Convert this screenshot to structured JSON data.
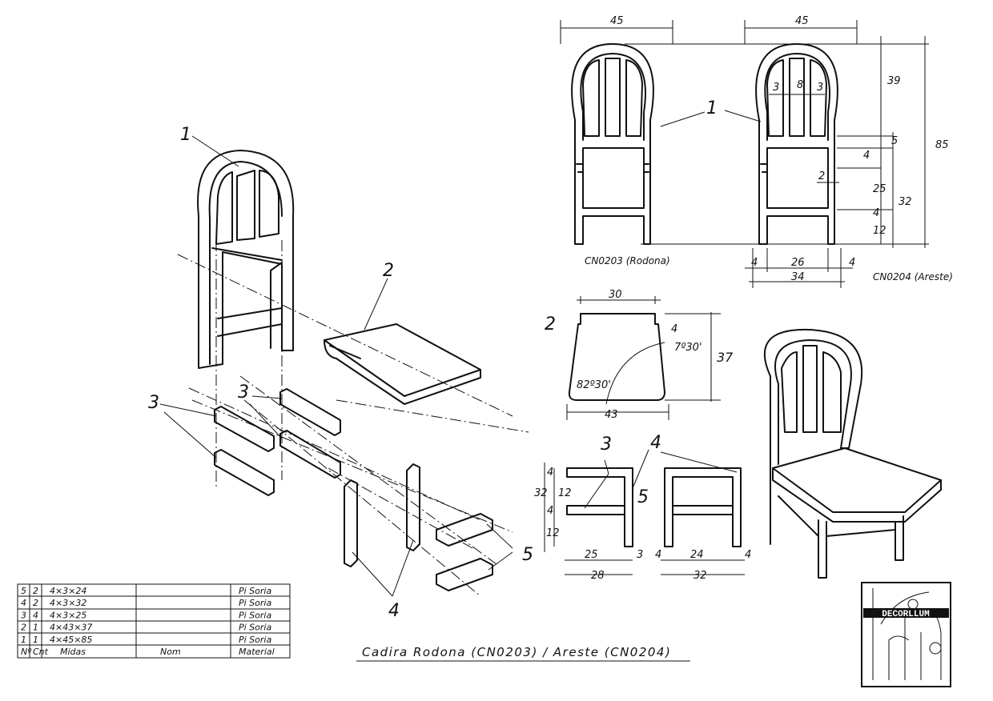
{
  "title": "Cadira Rodona (CN0203) / Areste (CN0204)",
  "views": {
    "front_left_label": "CN0203 (Rodona)",
    "front_right_label": "CN0204 (Areste)"
  },
  "callouts": {
    "p1": "1",
    "p2": "2",
    "p3": "3",
    "p4": "4",
    "p5": "5"
  },
  "front_dims": {
    "width_left": "45",
    "width_right": "45",
    "back_height": "39",
    "band": "5",
    "small": "4",
    "gap": "25",
    "seat_height": "32",
    "leg": "12",
    "total": "85",
    "slat_side_l": "3",
    "slat_mid": "8",
    "slat_side_r": "3",
    "notch": "2",
    "leg_w_l": "4",
    "inner": "26",
    "leg_w_r": "4",
    "base": "34"
  },
  "seat_dims": {
    "top": "30",
    "offset": "4",
    "angle_top": "7º30'",
    "depth": "37",
    "angle_bottom": "82º30'",
    "bottom": "43"
  },
  "side_dims": {
    "h32": "32",
    "t4a": "4",
    "s12a": "12",
    "t4b": "4",
    "s12b": "12",
    "w25": "25",
    "w3": "3",
    "w28": "28",
    "r4a": "4",
    "w24": "24",
    "r4b": "4",
    "w32": "32"
  },
  "parts_table": {
    "headers": [
      "Nº",
      "Cnt",
      "Midas",
      "Nom",
      "Material"
    ],
    "rows": [
      [
        "5",
        "2",
        "4×3×24",
        "",
        "Pi Soria"
      ],
      [
        "4",
        "2",
        "4×3×32",
        "",
        "Pi Soria"
      ],
      [
        "3",
        "4",
        "4×3×25",
        "",
        "Pi Soria"
      ],
      [
        "2",
        "1",
        "4×43×37",
        "",
        "Pi Soria"
      ],
      [
        "1",
        "1",
        "4×45×85",
        "",
        "Pi Soria"
      ]
    ]
  },
  "logo": {
    "text": "DECORLLUM"
  }
}
